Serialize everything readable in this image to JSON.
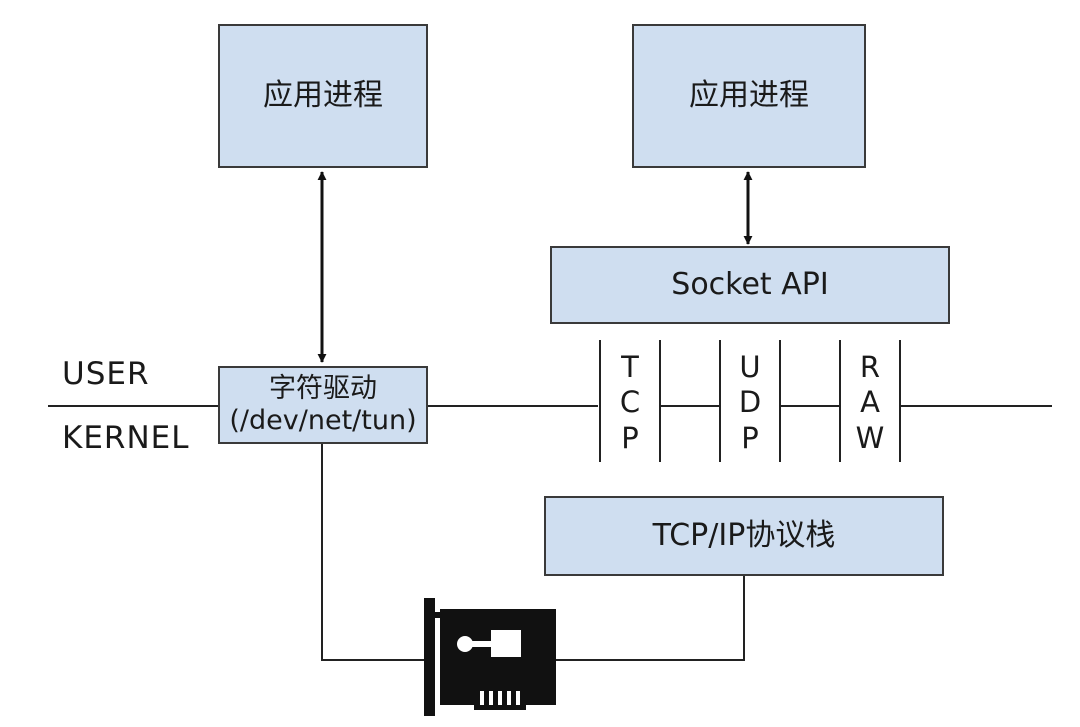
{
  "boxes": {
    "left_process": "应用进程",
    "right_process": "应用进程",
    "socket_api": "Socket API",
    "char_driver_line1": "字符驱动",
    "char_driver_line2": "(/dev/net/tun)",
    "tcpip_stack": "TCP/IP协议栈"
  },
  "labels": {
    "user": "USER",
    "kernel": "KERNEL"
  },
  "protocols": {
    "tcp": [
      "T",
      "C",
      "P"
    ],
    "udp": [
      "U",
      "D",
      "P"
    ],
    "raw": [
      "R",
      "A",
      "W"
    ]
  },
  "icons": {
    "nic": "network-card-icon"
  },
  "colors": {
    "box_fill": "#cfdef0",
    "stroke": "#1a1a1a"
  }
}
